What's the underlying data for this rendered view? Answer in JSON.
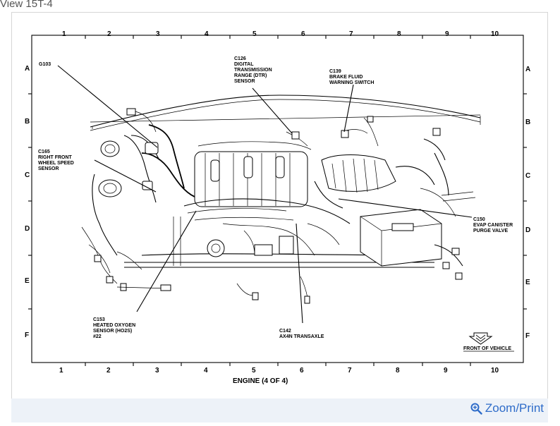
{
  "view_label": "View 15T-4",
  "zoom_label": "Zoom/Print",
  "diagram": {
    "title": "ENGINE (4 OF 4)",
    "columns": [
      "1",
      "2",
      "3",
      "4",
      "5",
      "6",
      "7",
      "8",
      "9",
      "10"
    ],
    "rows": [
      "A",
      "B",
      "C",
      "D",
      "E",
      "F"
    ],
    "front_of_vehicle": "FRONT OF VEHICLE",
    "callouts": {
      "g103": [
        "G103"
      ],
      "c126": [
        "C126",
        "DIGITAL",
        "TRANSMISSION",
        "RANGE (DTR)",
        "SENSOR"
      ],
      "c139": [
        "C139",
        "BRAKE FLUID",
        "WARNING SWITCH"
      ],
      "c165": [
        "C165",
        "RIGHT FRONT",
        "WHEEL SPEED",
        "SENSOR"
      ],
      "c150": [
        "C150",
        "EVAP CANISTER",
        "PURGE VALVE"
      ],
      "c153": [
        "C153",
        "HEATED OXYGEN",
        "SENSOR (HO2S)",
        "#22"
      ],
      "c142": [
        "C142",
        "AX4N TRANSAXLE"
      ]
    }
  }
}
